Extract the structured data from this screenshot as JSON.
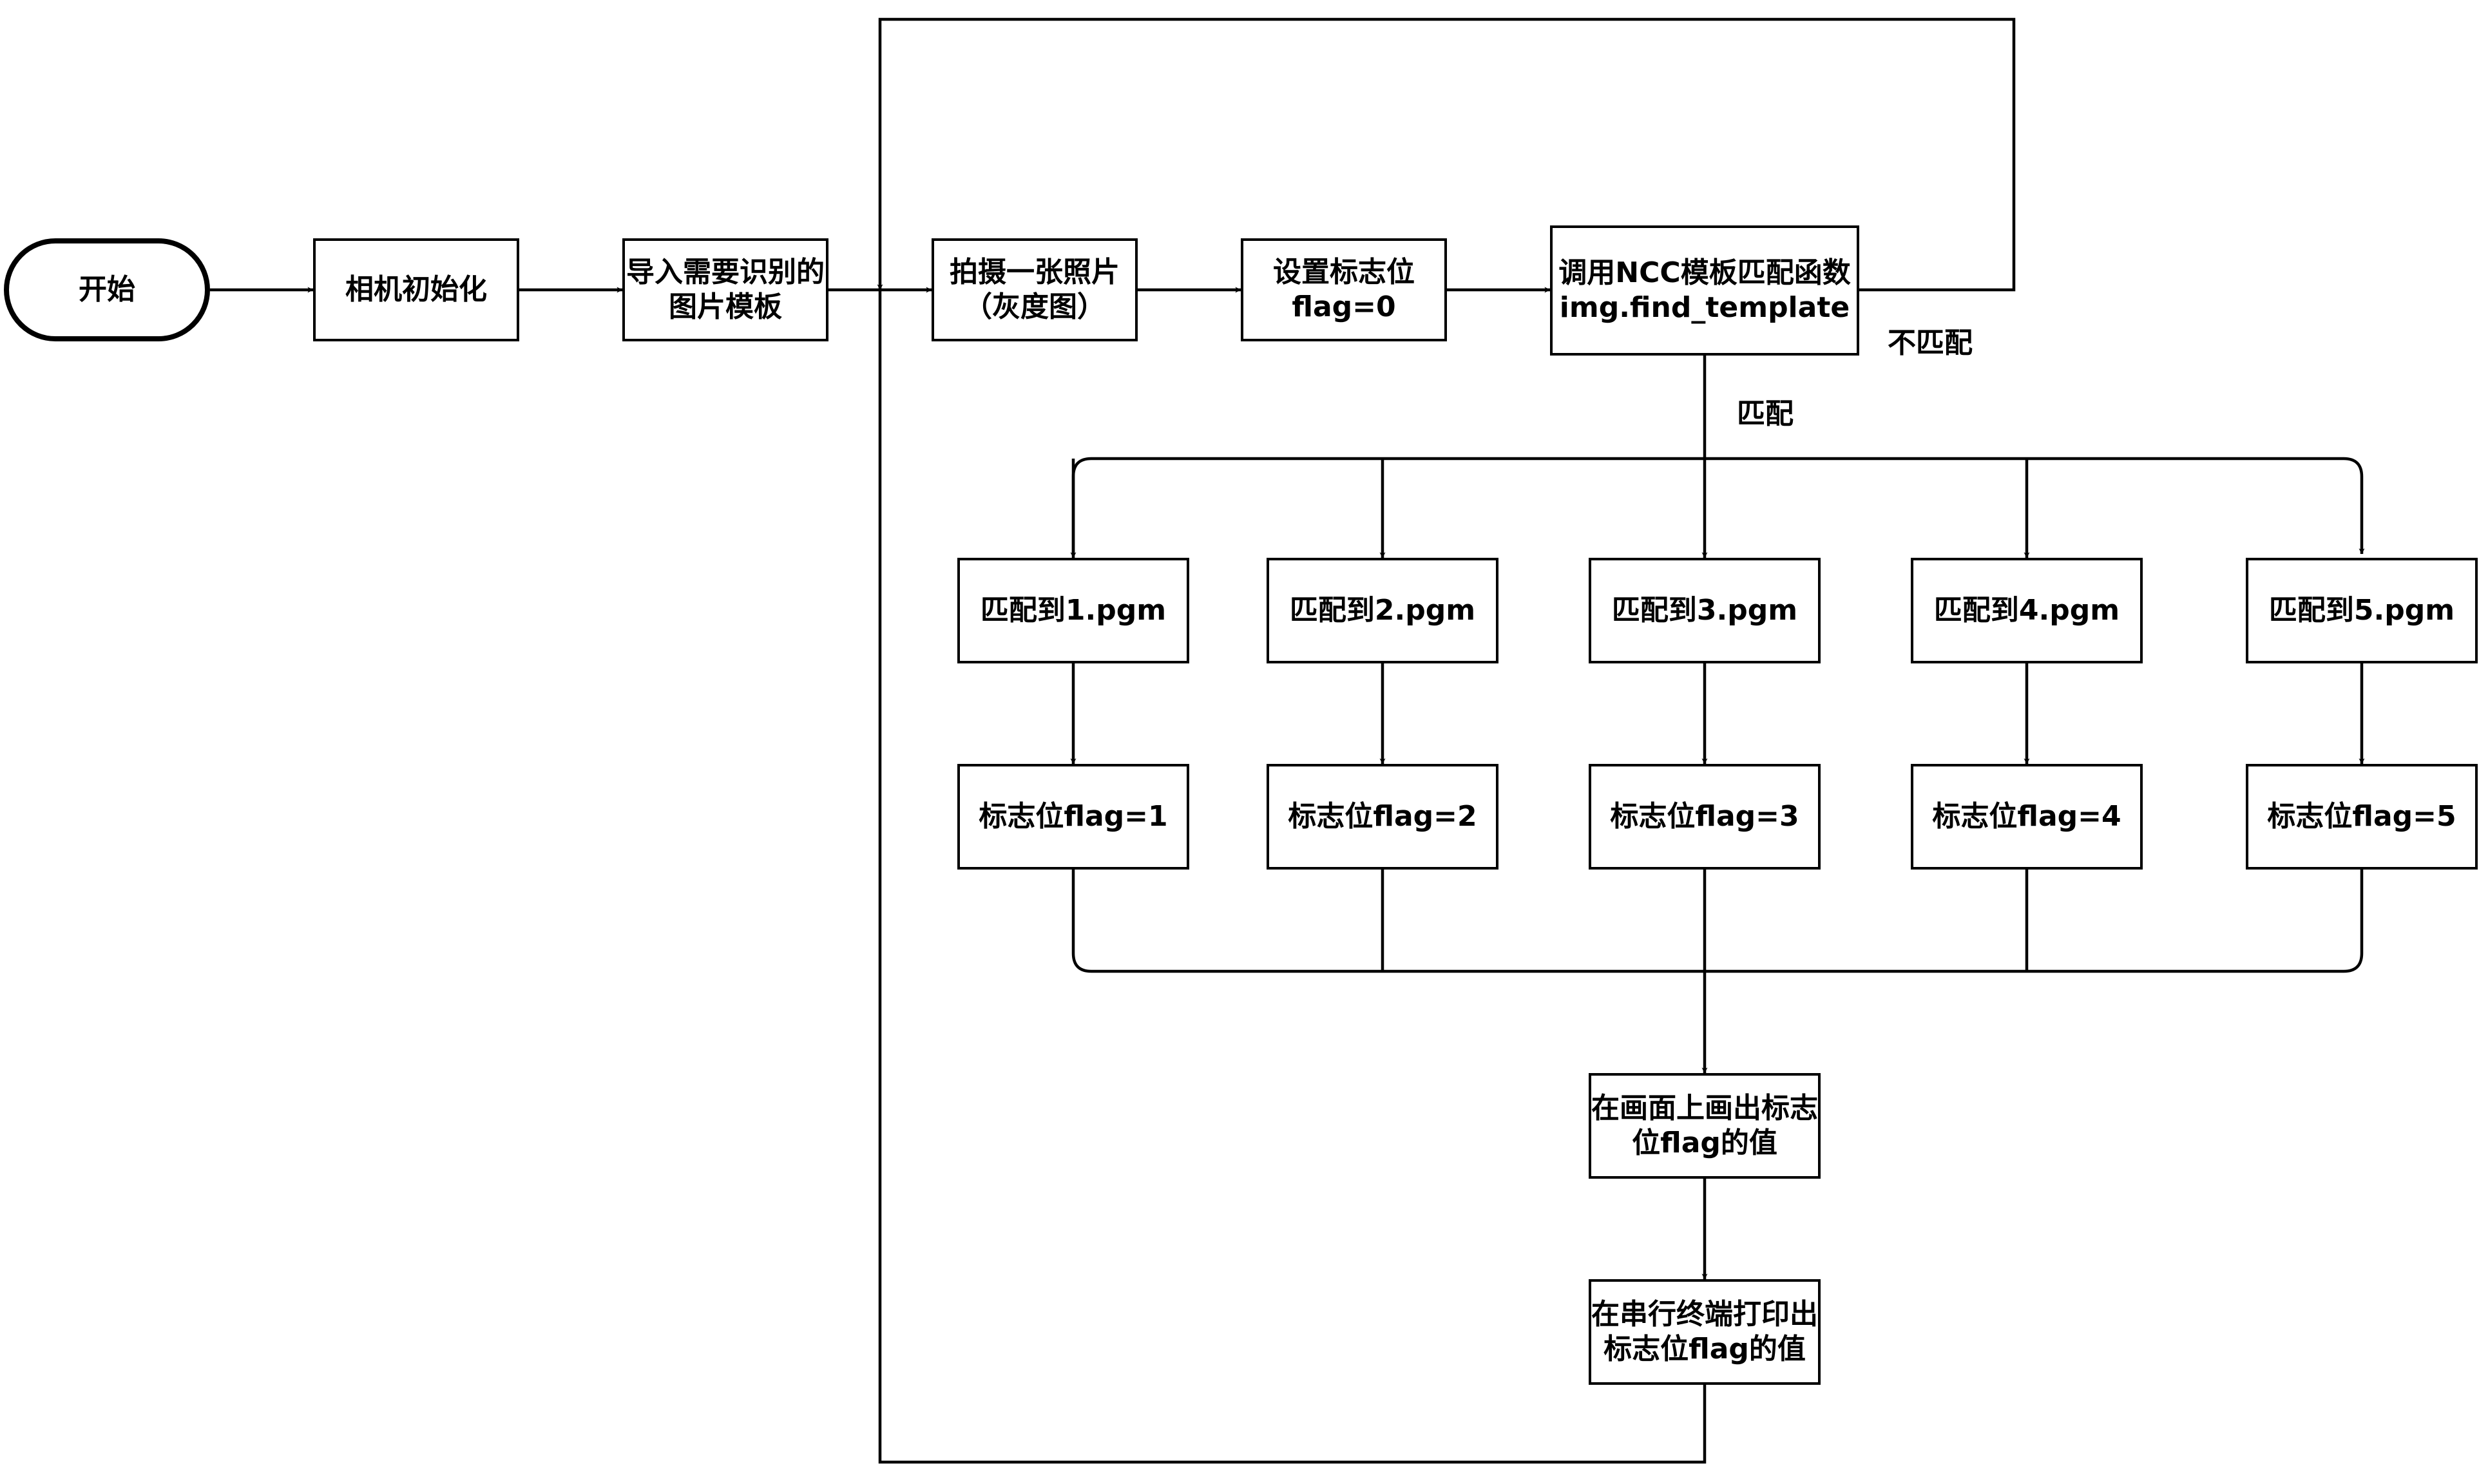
{
  "nodes": {
    "start": "开始",
    "init": "相机初始化",
    "import": "导入需要识别的图片模板",
    "photo": "拍摄一张照片（灰度图）",
    "setflag": "设置标志位flag=0",
    "ncc": "调用NCC模板匹配函数img.find_template",
    "m1": "匹配到1.pgm",
    "m2": "匹配到2.pgm",
    "m3": "匹配到3.pgm",
    "m4": "匹配到4.pgm",
    "m5": "匹配到5.pgm",
    "f1": "标志位flag=1",
    "f2": "标志位flag=2",
    "f3": "标志位flag=3",
    "f4": "标志位flag=4",
    "f5": "标志位flag=5",
    "draw": "在画面上画出标志位flag的值",
    "print": "在串行终端打印出标志位flag的值"
  },
  "edge_labels": {
    "nomatch": "不匹配",
    "match": "匹配"
  }
}
